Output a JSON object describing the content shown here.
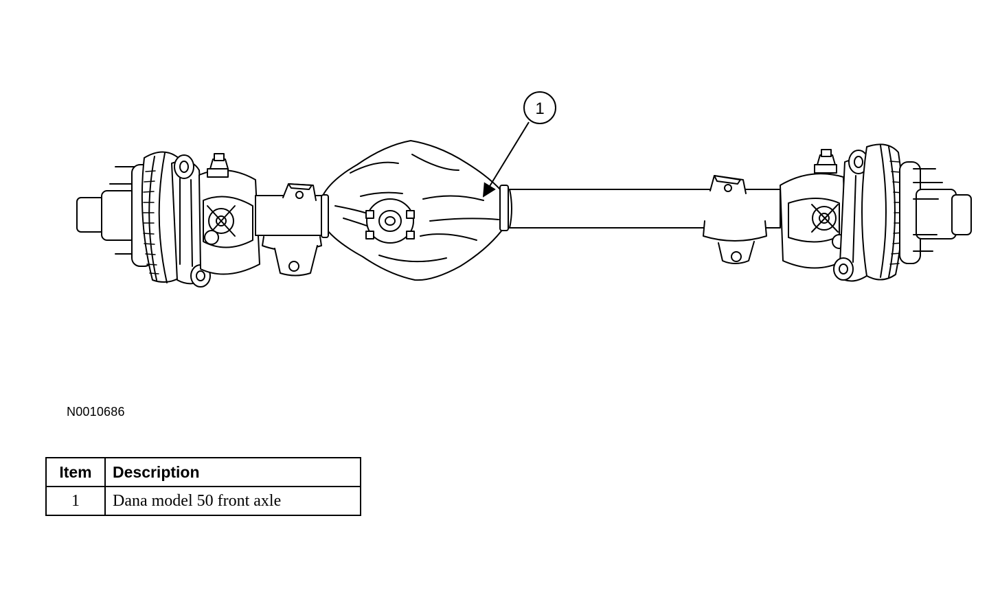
{
  "figure": {
    "callout_number": "1",
    "figure_id": "N0010686"
  },
  "legend": {
    "headers": {
      "item": "Item",
      "description": "Description"
    },
    "rows": [
      {
        "item": "1",
        "description": "Dana model 50 front axle"
      }
    ]
  },
  "colors": {
    "line": "#000000",
    "background": "#ffffff"
  }
}
